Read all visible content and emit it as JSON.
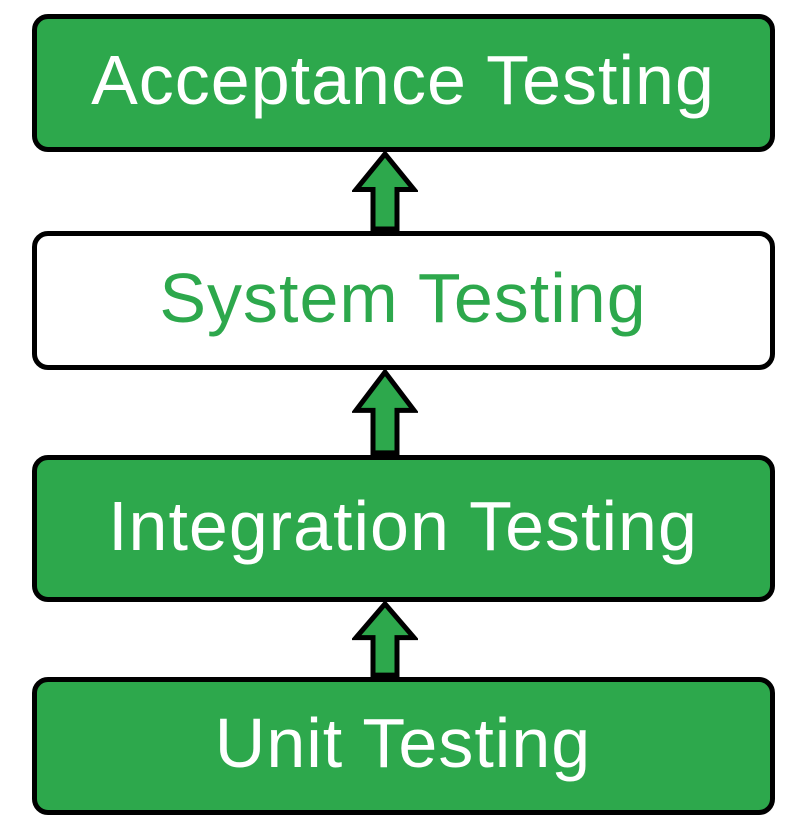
{
  "levels": [
    {
      "label": "Acceptance Testing",
      "background": "#2DA84C",
      "text_color": "#FFFFFF"
    },
    {
      "label": "System Testing",
      "background": "#FFFFFF",
      "text_color": "#2DA84C"
    },
    {
      "label": "Integration Testing",
      "background": "#2DA84C",
      "text_color": "#FFFFFF"
    },
    {
      "label": "Unit Testing",
      "background": "#2DA84C",
      "text_color": "#FFFFFF"
    }
  ],
  "arrows": {
    "direction": "up",
    "count": 3,
    "fill": "#2DA84C",
    "outline": "#000000"
  },
  "colors": {
    "green": "#2DA84C",
    "black": "#000000",
    "white": "#FFFFFF",
    "background": "#FFFFFF"
  }
}
